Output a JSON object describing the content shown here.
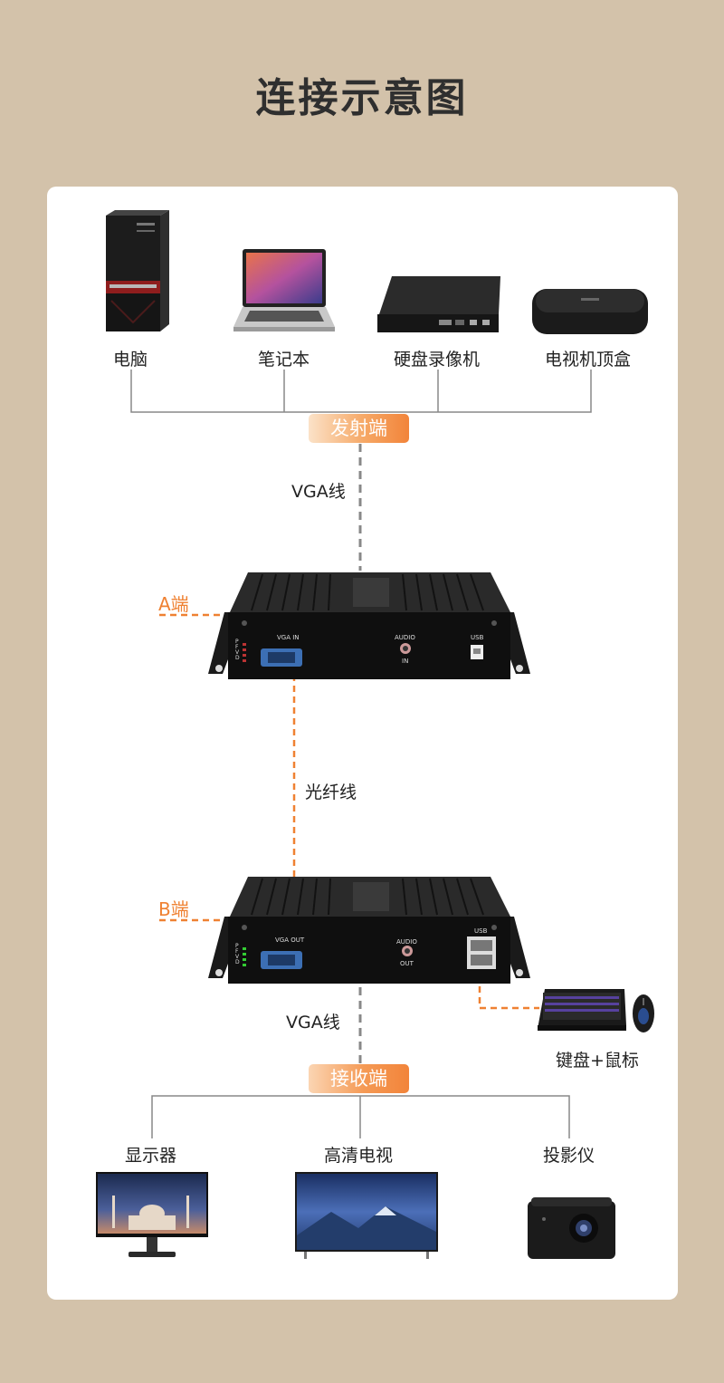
{
  "title": "连接示意图",
  "top_devices": [
    {
      "name": "电脑",
      "icon": "desktop-pc-icon"
    },
    {
      "name": "笔记本",
      "icon": "laptop-icon"
    },
    {
      "name": "硬盘录像机",
      "icon": "dvr-icon"
    },
    {
      "name": "电视机顶盒",
      "icon": "set-top-box-icon"
    }
  ],
  "sender_label": "发射端",
  "cable_top": "VGA线",
  "end_a": "A端",
  "device_a": {
    "port_vga": "VGA IN",
    "port_audio": "AUDIO",
    "audio_sub": "IN",
    "port_usb": "USB",
    "leds": "PFVD"
  },
  "fiber_label": "光纤线",
  "end_b": "B端",
  "device_b": {
    "port_vga": "VGA OUT",
    "port_audio": "AUDIO",
    "audio_sub": "OUT",
    "port_usb": "USB",
    "leds": "PFVD"
  },
  "cable_bottom": "VGA线",
  "peripherals": "键盘+鼠标",
  "receiver_label": "接收端",
  "bottom_devices": [
    {
      "name": "显示器",
      "icon": "monitor-icon"
    },
    {
      "name": "高清电视",
      "icon": "tv-icon"
    },
    {
      "name": "投影仪",
      "icon": "projector-icon"
    }
  ],
  "colors": {
    "accent": "#ef8132",
    "background": "#d3c2aa",
    "card": "#ffffff"
  }
}
